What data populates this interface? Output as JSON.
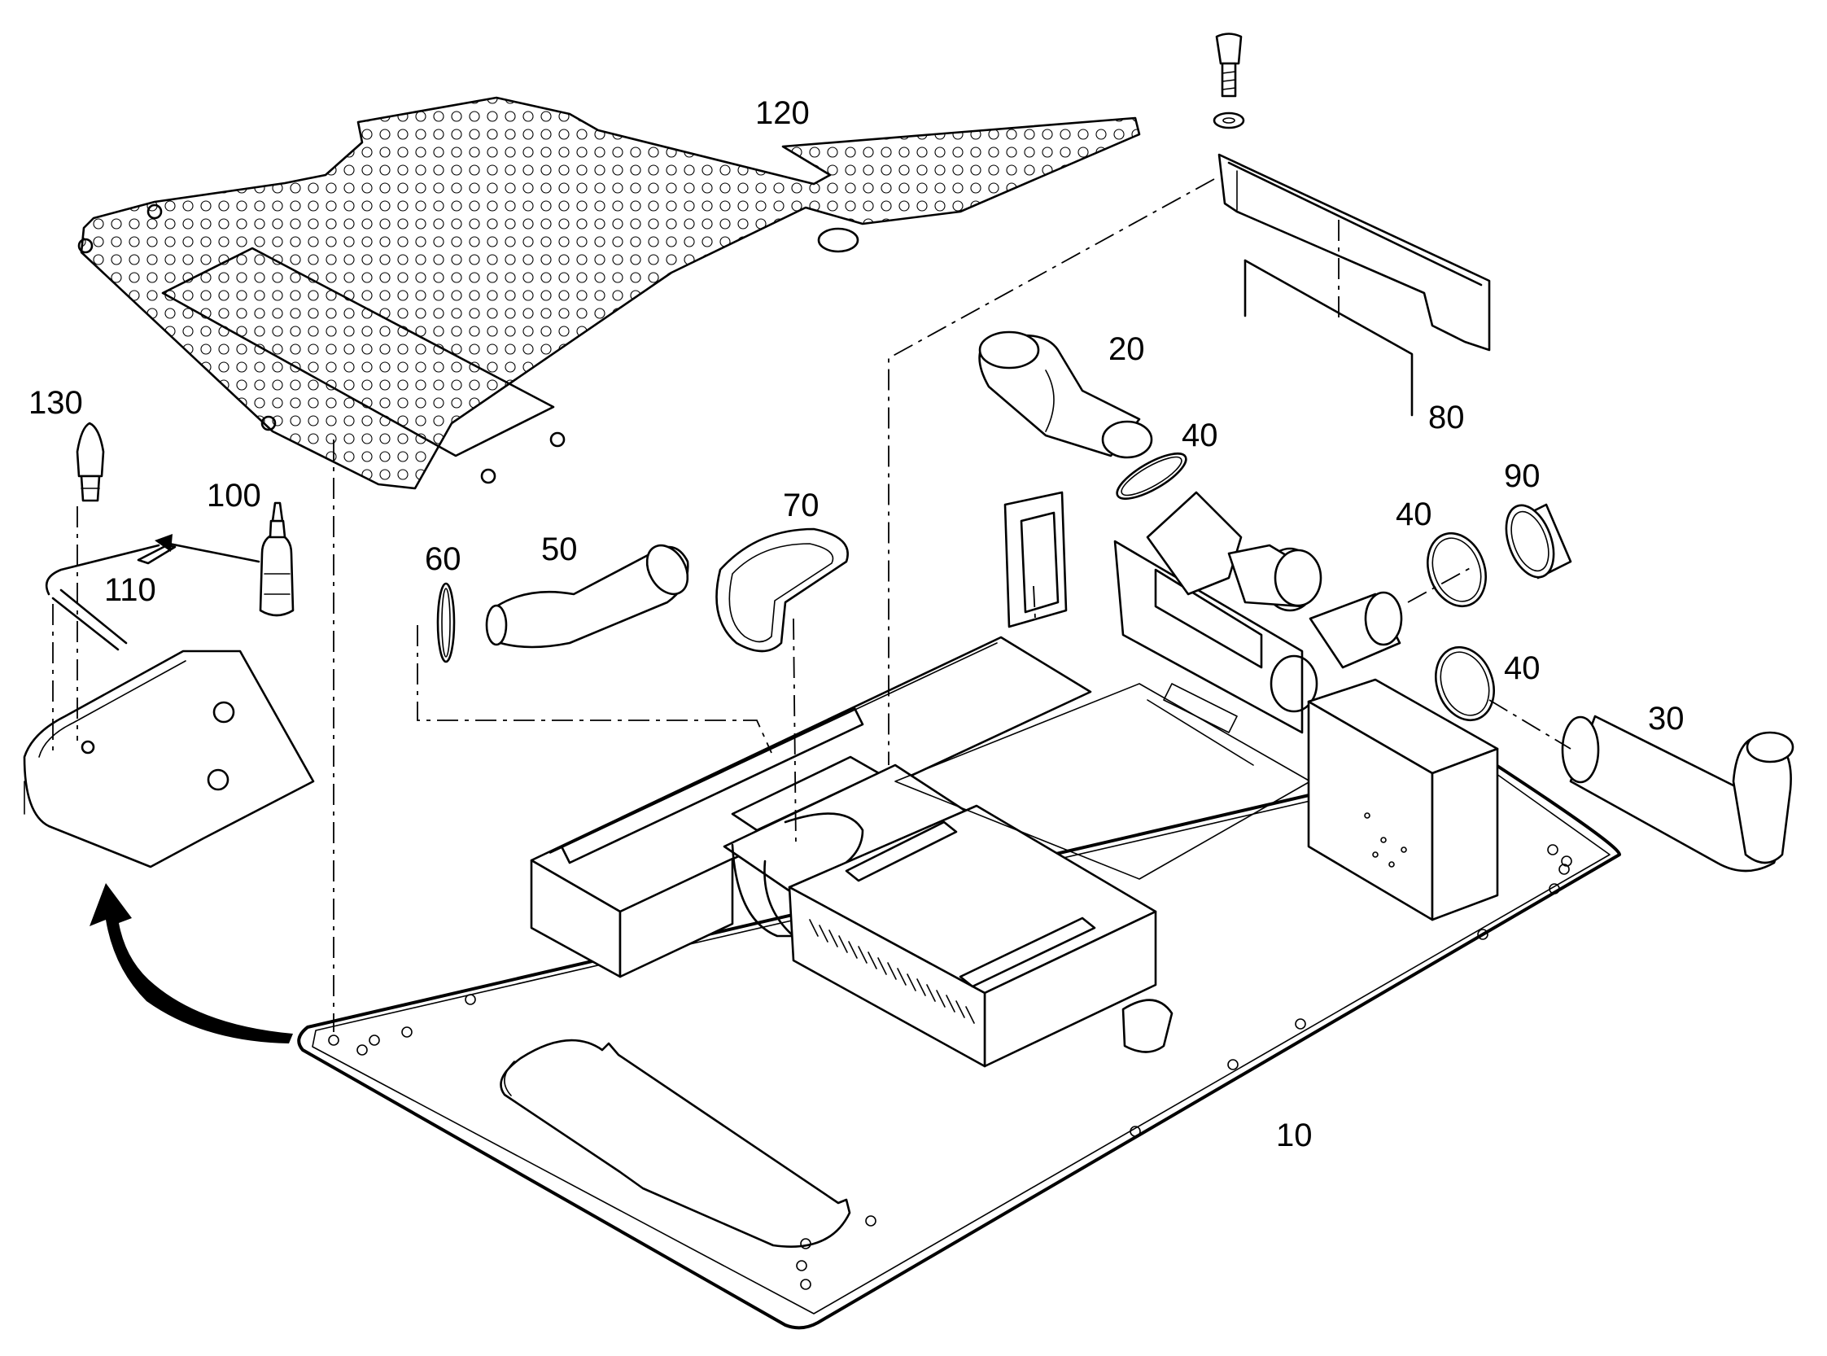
{
  "diagram": {
    "labels": {
      "p10": "10",
      "p20": "20",
      "p30": "30",
      "p40a": "40",
      "p40b": "40",
      "p40c": "40",
      "p50": "50",
      "p60": "60",
      "p70": "70",
      "p80": "80",
      "p90": "90",
      "p100": "100",
      "p110": "110",
      "p120": "120",
      "p130": "130"
    }
  }
}
